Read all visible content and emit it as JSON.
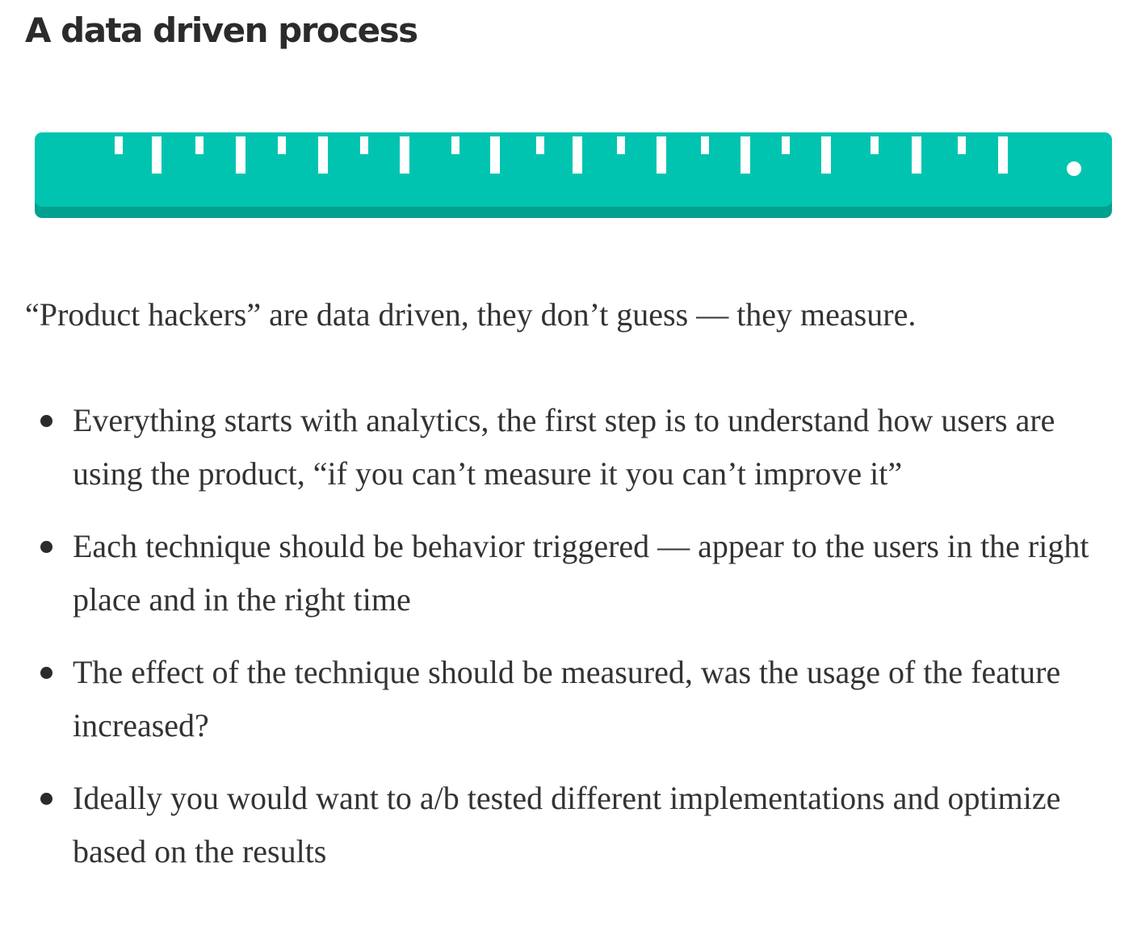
{
  "article": {
    "heading": "A data driven process",
    "ruler": {
      "icon": "ruler-icon",
      "colors": {
        "body": "#00c4b0",
        "edge": "#00a18e",
        "marks": "#ffffff"
      }
    },
    "intro": "“Product hackers” are data driven, they don’t guess — they measure.",
    "points": [
      "Everything starts with analytics, the first step is to understand how users are using the product, “if you can’t measure it you can’t improve it”",
      "Each technique should be behavior triggered — appear to the users in the right place and in the right time",
      "The effect of the technique should be measured, was the usage of the feature increased?",
      "Ideally you would want to a/b tested different implementations and optimize based on the results"
    ]
  }
}
